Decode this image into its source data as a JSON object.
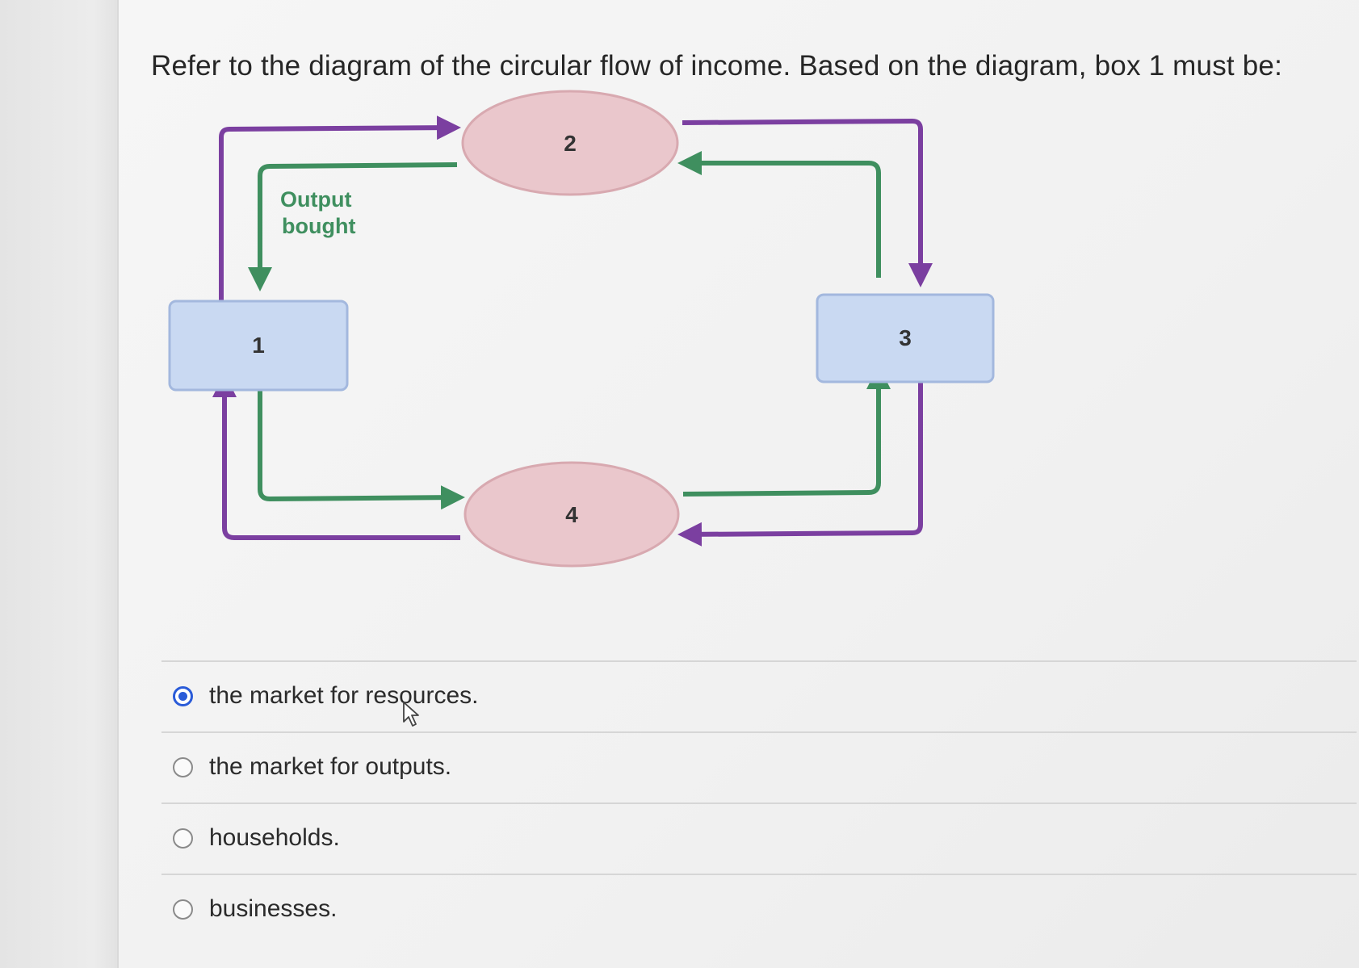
{
  "question": {
    "text": "Refer to the diagram of the circular flow of income. Based on the diagram, box 1 must be:"
  },
  "diagram": {
    "nodes": {
      "box_1": "1",
      "ellipse_2": "2",
      "box_3": "3",
      "ellipse_4": "4"
    },
    "flow_label_line1": "Output",
    "flow_label_line2": "bought",
    "colors": {
      "purple_flow": "#7b3fa0",
      "green_flow": "#3f8f5f",
      "box_fill": "#c9d9f2",
      "box_stroke": "#a3b8de",
      "ellipse_fill": "#eac7cc",
      "ellipse_stroke": "#d8a9b0"
    }
  },
  "options": [
    {
      "label": "the market for resources.",
      "selected": true
    },
    {
      "label": "the market for outputs.",
      "selected": false
    },
    {
      "label": "households.",
      "selected": false
    },
    {
      "label": "businesses.",
      "selected": false
    }
  ],
  "accent_color": "#2a5bd8"
}
